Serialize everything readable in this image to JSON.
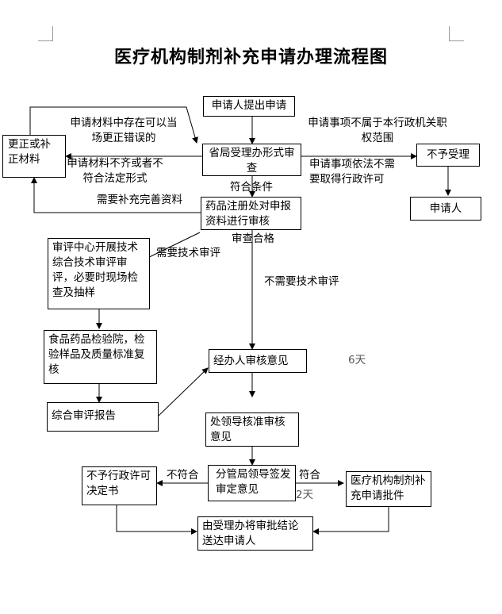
{
  "title": "医疗机构制剂补充申请办理流程图",
  "boxes": {
    "apply": "申请人提出申请",
    "provincial": "省局受理办形式审查",
    "correct": "更正或补正材料",
    "reject": "不予受理",
    "applicant": "申请人",
    "registration": "药品注册处对申报资料进行审核",
    "center": "审评中心开展技术综合技术审评审评，必要时现场检查及抽样",
    "institute": "食品药品检验院，检验样品及质量标准复核",
    "report": "综合审评报告",
    "handler": "经办人审核意见",
    "division": "处领导核准审核意见",
    "leader": "分管局领导签发审定意见",
    "no_permit": "不予行政许可决定书",
    "approval": "医疗机构制剂补充申请批件",
    "deliver": "由受理办将审批结论送达申请人"
  },
  "labels": {
    "correctable": "申请材料中存在可以当场更正错误的",
    "incomplete": "申请材料不齐或者不符合法定形式",
    "not_scope": "申请事项不属于本行政机关职权范围",
    "no_permit_needed": "申请事项依法不需要取得行政许可",
    "conform": "符合条件",
    "supplement": "需要补充完善资料",
    "passed": "审查合格",
    "need_review": "需要技术审评",
    "no_review": "不需要技术审评",
    "days6": "6天",
    "not_conform": "不符合",
    "conform2": "符合",
    "days2": "2天"
  }
}
